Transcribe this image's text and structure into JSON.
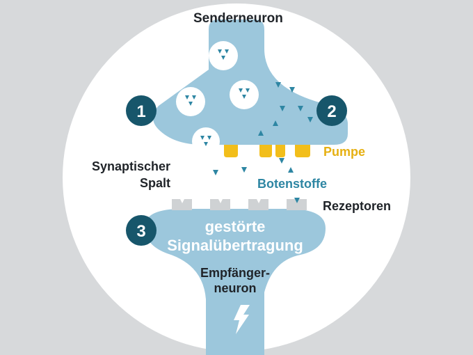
{
  "labels": {
    "sender": "Senderneuron",
    "cleft_line1": "Synaptischer",
    "cleft_line2": "Spalt",
    "pump": "Pumpe",
    "messengers": "Botenstoffe",
    "receptors": "Rezeptoren",
    "disturbed_line1": "gestörte",
    "disturbed_line2": "Signalübertragung",
    "receiver_line1": "Empfänger-",
    "receiver_line2": "neuron"
  },
  "badges": [
    "1",
    "2",
    "3"
  ],
  "colors": {
    "background": "#d7d9db",
    "circle": "#ffffff",
    "neuron": "#9cc7dc",
    "vesicle": "#ffffff",
    "messenger": "#2e86a3",
    "badge": "#17566b",
    "pump": "#f2be1a",
    "receptor": "#cfd2d4",
    "text_dark": "#1f2328",
    "text_pump": "#e6b012",
    "text_messenger": "#2e86a3"
  },
  "icons": [
    "lightning-icon"
  ]
}
